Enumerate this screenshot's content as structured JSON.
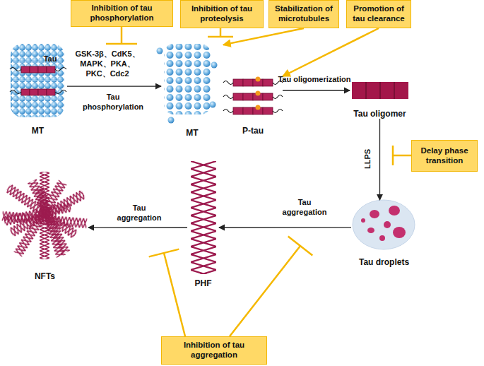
{
  "diagram": {
    "nodes": [
      {
        "text": [
          "Inhibition of tau phosphorylation"
        ]
      },
      {
        "text": [
          "Inhibition of tau proteolysis"
        ]
      },
      {
        "text": [
          "Stabilization of microtubules"
        ]
      },
      {
        "text": [
          "Promotion of tau clearance"
        ]
      },
      {
        "text": [
          "MT"
        ]
      },
      {
        "text": [
          "MT"
        ]
      },
      {
        "text": [
          "P-tau"
        ]
      },
      {
        "text": [
          "Tau oligomer"
        ]
      },
      {
        "text": [
          "Delay phase transition"
        ]
      },
      {
        "text": [
          "Tau droplets"
        ]
      },
      {
        "text": [
          "PHF"
        ]
      },
      {
        "text": [
          "NFTs"
        ]
      },
      {
        "text": [
          "Inhibition of tau aggregation"
        ]
      }
    ],
    "edges": [
      {
        "from": 4,
        "to": 5,
        "label": "Tau phosphorylation",
        "arrow": "to"
      },
      {
        "from": 6,
        "to": 7,
        "label": "Tau oligomerization",
        "arrow": "to"
      },
      {
        "from": 7,
        "to": 9,
        "label": "LLPS",
        "arrow": "to"
      },
      {
        "from": 9,
        "to": 10,
        "label": "Tau aggregation",
        "arrow": "to"
      },
      {
        "from": 10,
        "to": 11,
        "label": "Tau aggregation",
        "arrow": "to"
      },
      {
        "from": 1,
        "to": 5,
        "arrow": "none"
      },
      {
        "from": 2,
        "to": 5,
        "arrow": "to"
      },
      {
        "from": 3,
        "to": 6,
        "arrow": "to"
      }
    ],
    "labels": [
      "Tau",
      "GSK-3β、CdK5、 MAPK、PKA、 PKC、Cdc2"
    ]
  }
}
